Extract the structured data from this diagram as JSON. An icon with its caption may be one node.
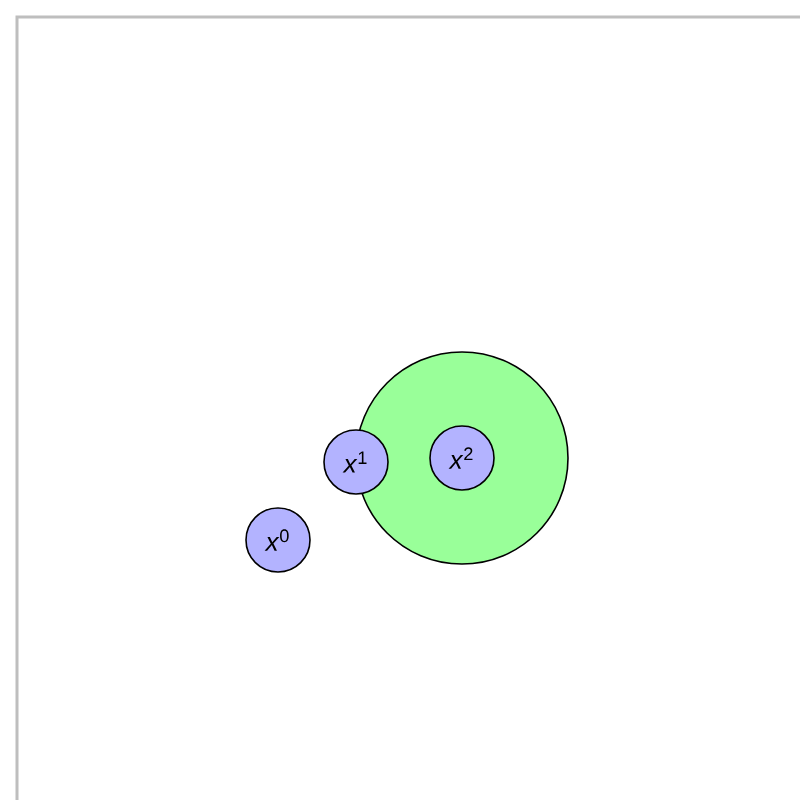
{
  "diagram": {
    "nodes": [
      {
        "text": [],
        "shape": "circle"
      },
      {
        "text": [
          "*x*$^{2}$"
        ],
        "in": 0
      },
      {
        "text": [
          "*x*$^{1}$"
        ]
      },
      {
        "text": [
          "*x*$^{0}$"
        ]
      }
    ]
  }
}
